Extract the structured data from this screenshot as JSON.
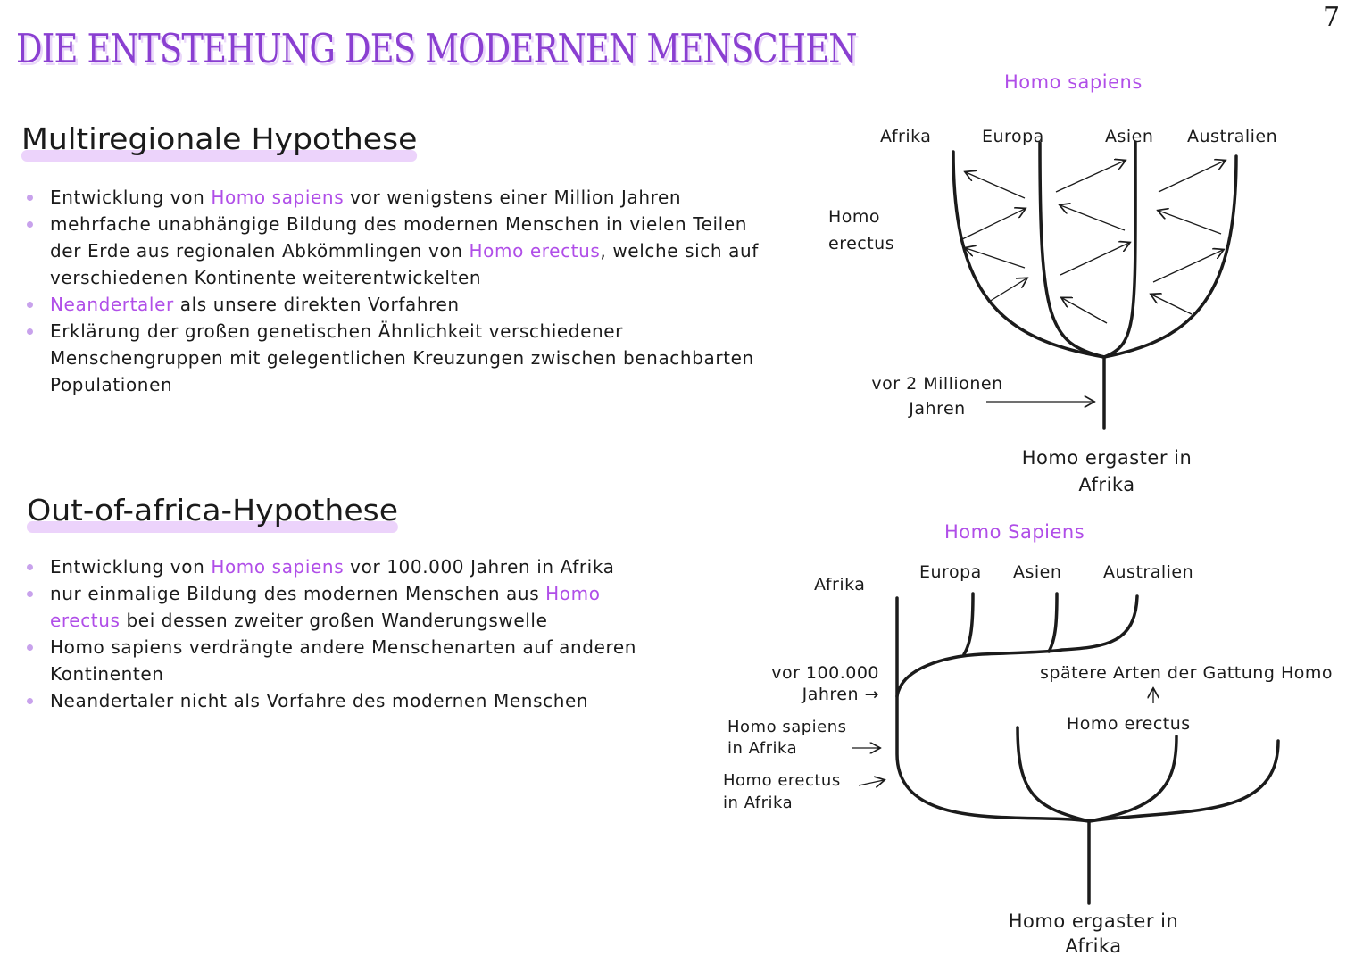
{
  "page_number": "7",
  "title": "DIE ENTSTEHUNG DES MODERNEN MENSCHEN",
  "sections": [
    {
      "heading": "Multiregionale Hypothese",
      "bullets": [
        [
          {
            "t": "Entwicklung von "
          },
          {
            "t": "Homo sapiens",
            "hl": true
          },
          {
            "t": " vor wenigstens einer Million Jahren"
          }
        ],
        [
          {
            "t": "mehrfache unabhängige Bildung des modernen Menschen in vielen Teilen der Erde aus regionalen Abkömmlingen von "
          },
          {
            "t": "Homo erectus",
            "hl": true
          },
          {
            "t": ", welche sich auf verschiedenen Kontinente weiterentwickelten"
          }
        ],
        [
          {
            "t": "Neandertaler",
            "hl": true
          },
          {
            "t": " als unsere direkten Vorfahren"
          }
        ],
        [
          {
            "t": "Erklärung der großen genetischen Ähnlichkeit verschiedener Menschengruppen mit gelegentlichen Kreuzungen zwischen benachbarten Populationen"
          }
        ]
      ]
    },
    {
      "heading": "Out-of-africa-Hypothese",
      "bullets": [
        [
          {
            "t": "Entwicklung von "
          },
          {
            "t": "Homo sapiens",
            "hl": true
          },
          {
            "t": " vor 100.000 Jahren in Afrika"
          }
        ],
        [
          {
            "t": "nur einmalige Bildung des modernen Menschen aus "
          },
          {
            "t": "Homo erectus",
            "hl": true
          },
          {
            "t": " bei dessen zweiter großen Wanderungswelle"
          }
        ],
        [
          {
            "t": "Homo sapiens verdrängte andere Menschenarten auf anderen Kontinenten"
          }
        ],
        [
          {
            "t": "Neandertaler nicht als Vorfahre des modernen Menschen"
          }
        ]
      ]
    }
  ],
  "diagram1": {
    "top_label": "Homo sapiens",
    "regions": [
      "Afrika",
      "Europa",
      "Asien",
      "Australien"
    ],
    "side_label": "Homo erectus",
    "time_label": "vor 2 Millionen Jahren",
    "root_label": "Homo ergaster in Afrika"
  },
  "diagram2": {
    "top_label": "Homo Sapiens",
    "regions": [
      "Afrika",
      "Europa",
      "Asien",
      "Australien"
    ],
    "time_label": "vor 100.000 Jahren →",
    "sapiens_label": "Homo sapiens in Afrika",
    "erectus_africa_label": "Homo erectus in Afrika",
    "later_species_label": "spätere Arten der Gattung Homo",
    "erectus_label": "Homo erectus",
    "root_label": "Homo ergaster in Afrika"
  },
  "colors": {
    "accent": "#b04ee8",
    "highlight": "#ecd3fb",
    "ink": "#1b1b1b"
  }
}
